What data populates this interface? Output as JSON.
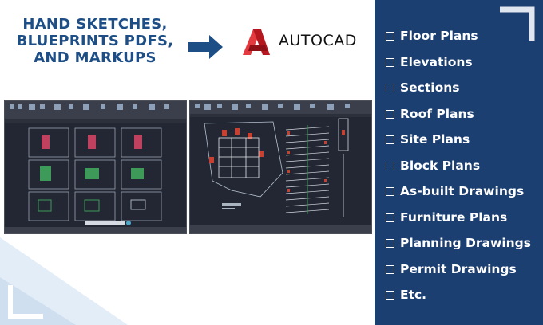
{
  "headline": {
    "lines": [
      "HAND SKETCHES,",
      "BLUEPRINTS PDFS,",
      "AND MARKUPS"
    ]
  },
  "logo": {
    "text": "AUTOCAD",
    "letter": "A"
  },
  "colors": {
    "headline": "#1d4e86",
    "panel": "#1c3f72",
    "logo_red": "#d4202c",
    "cad_bg": "#222733"
  },
  "services": [
    "Floor Plans",
    "Elevations",
    "Sections",
    "Roof Plans",
    "Site Plans",
    "Block Plans",
    "As-built Drawings",
    "Furniture Plans",
    "Planning Drawings",
    "Permit Drawings",
    "Etc."
  ]
}
